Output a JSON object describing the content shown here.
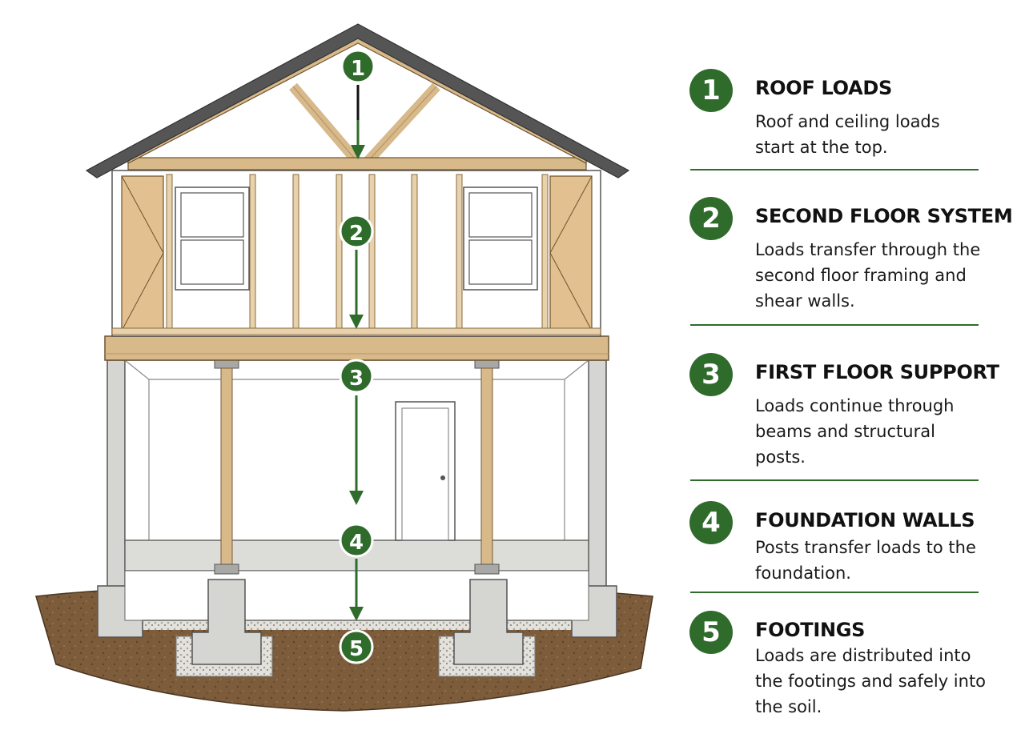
{
  "colors": {
    "accent_green": "#2f6b2b",
    "framing_wood": "#d7b98a",
    "sheathing": "#e2c08f",
    "concrete": "#d5d5d2",
    "soil": "#7a5a3a",
    "roof": "#555555"
  },
  "diagram": {
    "markers": [
      {
        "number": "1"
      },
      {
        "number": "2"
      },
      {
        "number": "3"
      },
      {
        "number": "4"
      },
      {
        "number": "5"
      }
    ]
  },
  "steps": [
    {
      "number": "1",
      "title": "ROOF LOADS",
      "desc": "Roof and ceiling loads start at the top."
    },
    {
      "number": "2",
      "title": "SECOND FLOOR SYSTEM",
      "desc": "Loads transfer through the second floor framing and shear walls."
    },
    {
      "number": "3",
      "title": "FIRST FLOOR SUPPORT",
      "desc": "Loads continue through beams and structural posts."
    },
    {
      "number": "4",
      "title": "FOUNDATION WALLS",
      "desc": "Posts transfer loads to the foundation."
    },
    {
      "number": "5",
      "title": "FOOTINGS",
      "desc": "Loads are distributed into the footings and safely into the soil."
    }
  ]
}
